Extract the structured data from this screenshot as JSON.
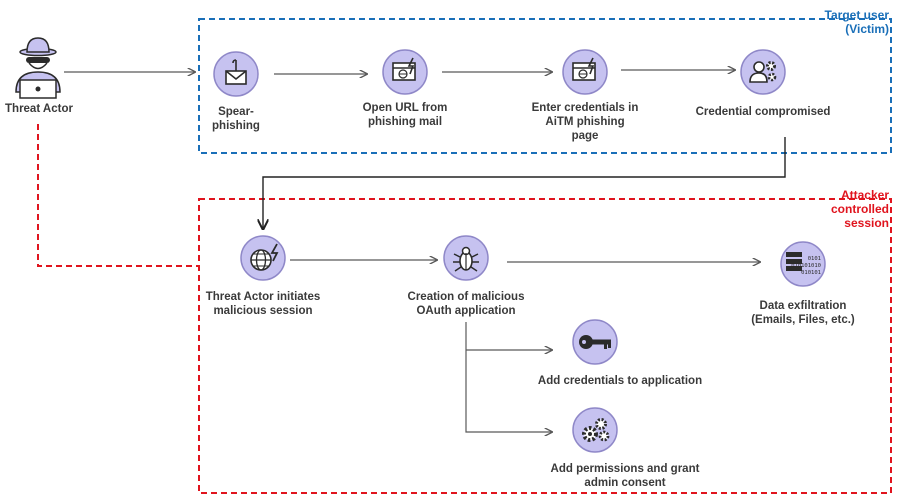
{
  "colors": {
    "target_zone": "#1a6fb8",
    "attacker_zone": "#e0141e",
    "node_fill": "#c6c2f0",
    "node_stroke": "#8f88c8",
    "icon": "#2b2b2b",
    "arrow": "#595959"
  },
  "zones": {
    "target": {
      "line1": "Target user",
      "line2": "(Victim)"
    },
    "attacker": {
      "line1": "Attacker",
      "line2": "controlled",
      "line3": "session"
    }
  },
  "actor": {
    "label": "Threat Actor",
    "icon": "hacker-icon"
  },
  "nodes": {
    "spear_phishing": {
      "line1": "Spear-",
      "line2": "phishing",
      "icon": "envelope-hook-icon"
    },
    "open_url": {
      "line1": "Open URL from",
      "line2": "phishing mail",
      "icon": "browser-globe-icon"
    },
    "enter_credentials": {
      "line1": "Enter credentials in",
      "line2": "AiTM phishing",
      "line3": "page",
      "icon": "browser-globe-icon"
    },
    "credential_compromised": {
      "line1": "Credential compromised",
      "icon": "user-gear-icon"
    },
    "malicious_session": {
      "line1": "Threat Actor initiates",
      "line2": "malicious session",
      "icon": "globe-lightning-icon"
    },
    "malicious_oauth": {
      "line1": "Creation of malicious",
      "line2": "OAuth application",
      "icon": "bug-icon"
    },
    "data_exfiltration": {
      "line1": "Data exfiltration",
      "line2": "(Emails, Files, etc.)",
      "icon": "server-binary-icon",
      "binary": [
        "0101",
        "010101010",
        "010101"
      ]
    },
    "add_credentials": {
      "line1": "Add credentials to application",
      "icon": "key-icon"
    },
    "add_permissions": {
      "line1": "Add permissions and grant",
      "line2": "admin consent",
      "icon": "gears-icon"
    }
  }
}
